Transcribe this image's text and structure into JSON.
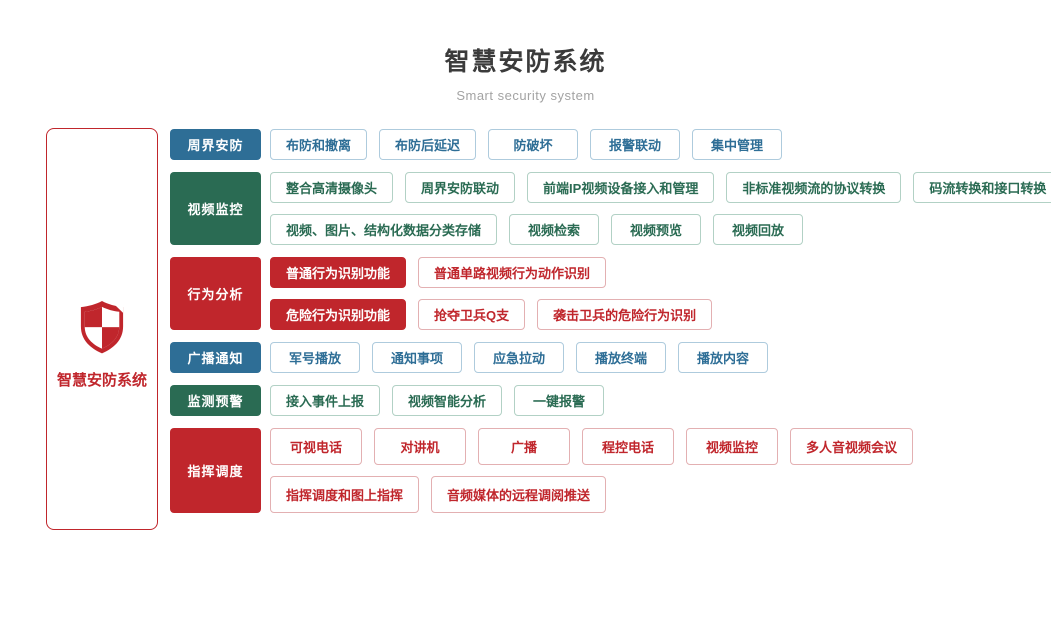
{
  "header": {
    "title": "智慧安防系统",
    "subtitle": "Smart security system"
  },
  "root": {
    "icon": "shield-icon",
    "label": "智慧安防系统"
  },
  "colors": {
    "blue": "#2e6e96",
    "green": "#2a6b53",
    "red": "#c0262c"
  },
  "rows": [
    {
      "category": "周界安防",
      "color": "blue",
      "lines": [
        [
          {
            "label": "布防和撤离",
            "filled": false
          },
          {
            "label": "布防后延迟",
            "filled": false
          },
          {
            "label": "防破坏",
            "filled": false
          },
          {
            "label": "报警联动",
            "filled": false
          },
          {
            "label": "集中管理",
            "filled": false
          }
        ]
      ]
    },
    {
      "category": "视频监控",
      "color": "green",
      "lines": [
        [
          {
            "label": "整合高清摄像头",
            "filled": false
          },
          {
            "label": "周界安防联动",
            "filled": false
          },
          {
            "label": "前端IP视频设备接入和管理",
            "filled": false
          },
          {
            "label": "非标准视频流的协议转换",
            "filled": false
          },
          {
            "label": "码流转换和接口转换",
            "filled": false
          }
        ],
        [
          {
            "label": "视频、图片、结构化数据分类存储",
            "filled": false
          },
          {
            "label": "视频检索",
            "filled": false
          },
          {
            "label": "视频预览",
            "filled": false
          },
          {
            "label": "视频回放",
            "filled": false
          }
        ]
      ]
    },
    {
      "category": "行为分析",
      "color": "red",
      "lines": [
        [
          {
            "label": "普通行为识别功能",
            "filled": true
          },
          {
            "label": "普通单路视频行为动作识别",
            "filled": false
          }
        ],
        [
          {
            "label": "危险行为识别功能",
            "filled": true
          },
          {
            "label": "抢夺卫兵Q支",
            "filled": false
          },
          {
            "label": "袭击卫兵的危险行为识别",
            "filled": false
          }
        ]
      ]
    },
    {
      "category": "广播通知",
      "color": "blue",
      "lines": [
        [
          {
            "label": "军号播放",
            "filled": false
          },
          {
            "label": "通知事项",
            "filled": false
          },
          {
            "label": "应急拉动",
            "filled": false
          },
          {
            "label": "播放终端",
            "filled": false
          },
          {
            "label": "播放内容",
            "filled": false
          }
        ]
      ]
    },
    {
      "category": "监测预警",
      "color": "green",
      "lines": [
        [
          {
            "label": "接入事件上报",
            "filled": false
          },
          {
            "label": "视频智能分析",
            "filled": false
          },
          {
            "label": "一键报警",
            "filled": false
          }
        ]
      ]
    },
    {
      "category": "指挥调度",
      "color": "red",
      "tall": true,
      "lines": [
        [
          {
            "label": "可视电话",
            "filled": false
          },
          {
            "label": "对讲机",
            "filled": false
          },
          {
            "label": "广播",
            "filled": false
          },
          {
            "label": "程控电话",
            "filled": false
          },
          {
            "label": "视频监控",
            "filled": false
          },
          {
            "label": "多人音视频会议",
            "filled": false
          }
        ],
        [
          {
            "label": "指挥调度和图上指挥",
            "filled": false
          },
          {
            "label": "音频媒体的远程调阅推送",
            "filled": false
          }
        ]
      ]
    }
  ]
}
